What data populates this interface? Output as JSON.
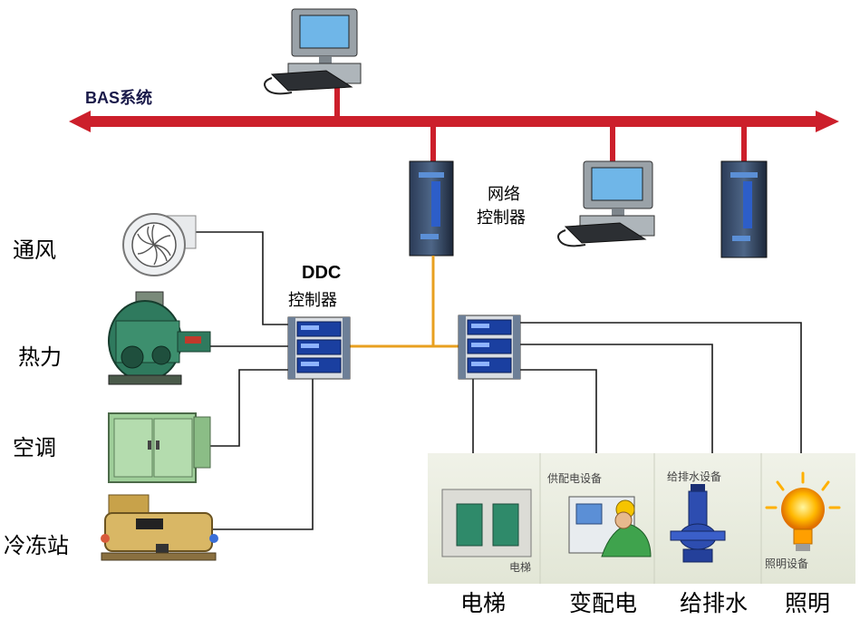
{
  "bus": {
    "label": "BAS系统",
    "color": "#cc1f2b"
  },
  "network_controller": {
    "label_line1": "网络",
    "label_line2": "控制器"
  },
  "ddc_controller": {
    "label_line1": "DDC",
    "label_line2": "控制器"
  },
  "left_equipment": [
    {
      "label": "通风",
      "icon": "fan-icon"
    },
    {
      "label": "热力",
      "icon": "boiler-icon"
    },
    {
      "label": "空调",
      "icon": "air-conditioner-icon"
    },
    {
      "label": "冷冻站",
      "icon": "chiller-icon"
    }
  ],
  "bottom_equipment": [
    {
      "label": "电梯",
      "caption": "电梯",
      "icon": "elevator-panel-icon"
    },
    {
      "label": "变配电",
      "caption": "供配电设备",
      "icon": "power-distribution-icon"
    },
    {
      "label": "给排水",
      "caption": "给排水设备",
      "icon": "water-pump-icon"
    },
    {
      "label": "照明",
      "caption": "照明设备",
      "icon": "light-bulb-icon"
    }
  ],
  "colors": {
    "network_link": "#e8a020",
    "field_wire": "#1a1a1a",
    "controller_blue": "#1a3fa0"
  }
}
